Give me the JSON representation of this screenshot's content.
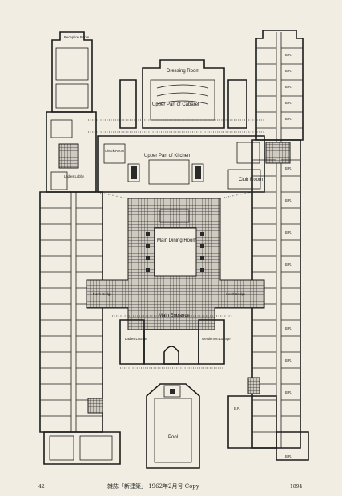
{
  "labels": {
    "reception_room": "Reception Room",
    "dressing_room": "Dressing Room",
    "upper_cabaret": "Upper Part of Cabaret",
    "check_room": "Check Room",
    "upper_kitchen": "Upper Part of Kitchen",
    "ladies_lobby": "Ladies Lobby",
    "club_room": "Club Room",
    "main_dining_room": "Main Dining Room",
    "north_bridge": "North Bridge",
    "south_bridge": "South Bridge",
    "main_entrance": "Main Entrance",
    "ladies_lounge": "Ladies Lounge",
    "gentlemens_lounge": "Gentlemen Lounge",
    "pool": "Pool",
    "br": "B.R."
  },
  "footer": {
    "page_number": "42",
    "caption": "雑誌「新建築」 1962年2月号 Copy",
    "plate_number": "1894"
  }
}
